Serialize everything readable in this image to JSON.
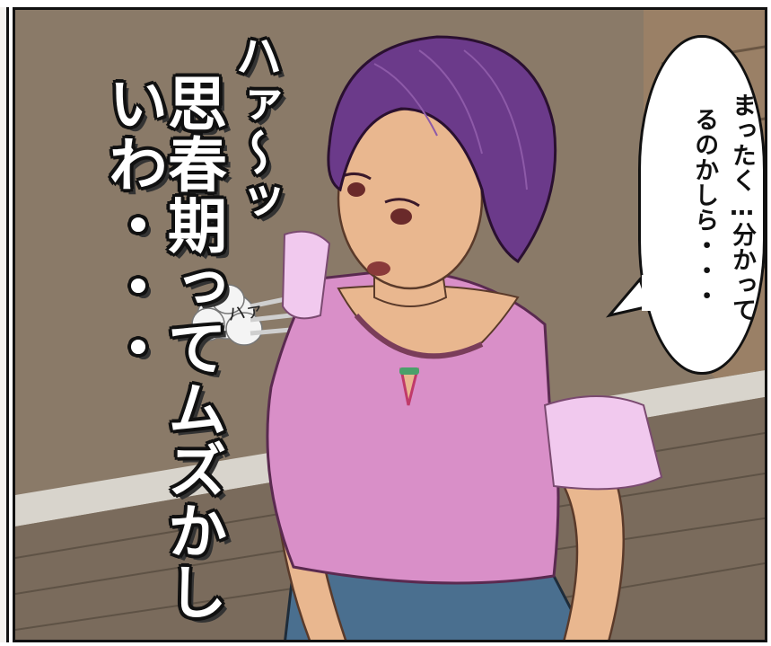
{
  "panel": {
    "colors": {
      "wall": "#8a7a68",
      "floor": "#7a6b5c",
      "hair": "#6b3a8a",
      "skin": "#e9b78f",
      "shirt": "#d98fc8",
      "skirt": "#4a6f8f"
    }
  },
  "sfx": {
    "sigh": "ハァ〜ッ",
    "main": "思春期ってムズかしいわ・・・",
    "puff": "ハァ"
  },
  "balloon": {
    "line1": "まったく…分かって",
    "line2": "るのかしら・・・"
  }
}
